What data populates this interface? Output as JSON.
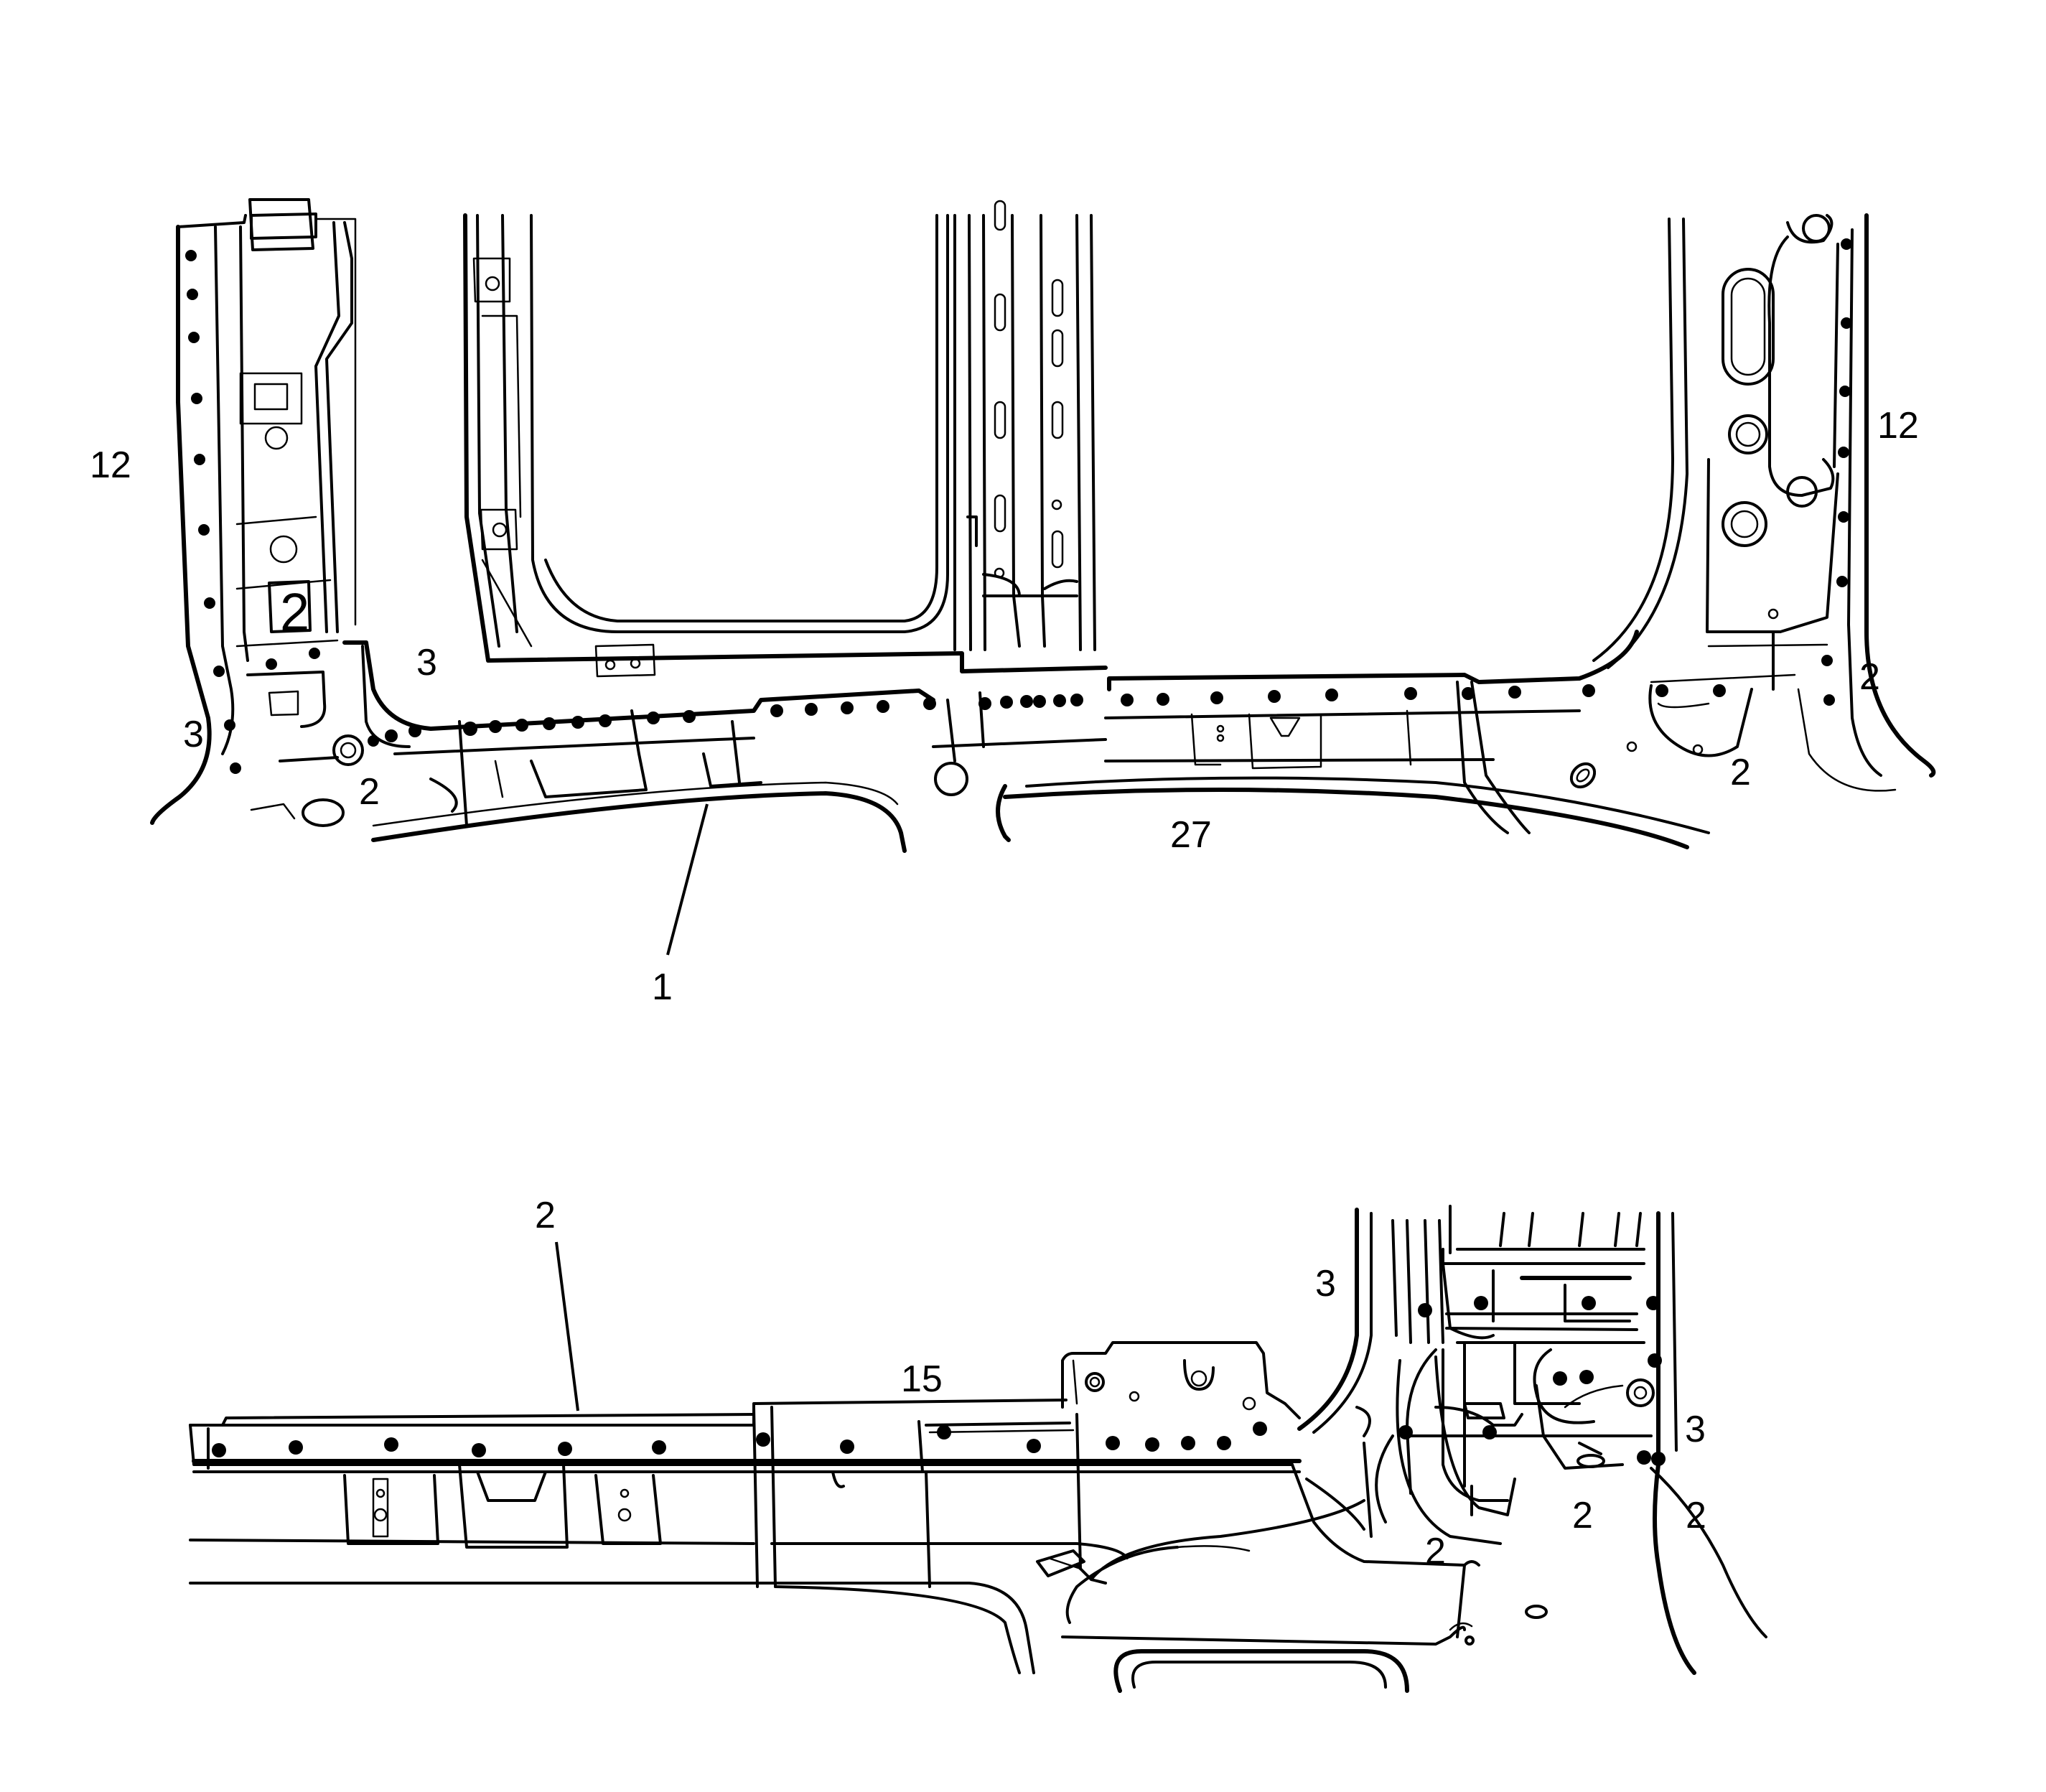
{
  "figure": {
    "upper_view": {
      "callouts": {
        "left_12": "12",
        "right_12": "12",
        "left_3_upper": "3",
        "left_3_lower": "3",
        "left_2": "2",
        "pillar_2": "2",
        "right_2_upper": "2",
        "right_2_lower": "2",
        "center_27": "27",
        "bottom_1": "1"
      }
    },
    "lower_view": {
      "callouts": {
        "top_2": "2",
        "label_15": "15",
        "label_3_top": "3",
        "label_3_right": "3",
        "label_2_a": "2",
        "label_2_b": "2",
        "label_2_c": "2"
      }
    }
  }
}
